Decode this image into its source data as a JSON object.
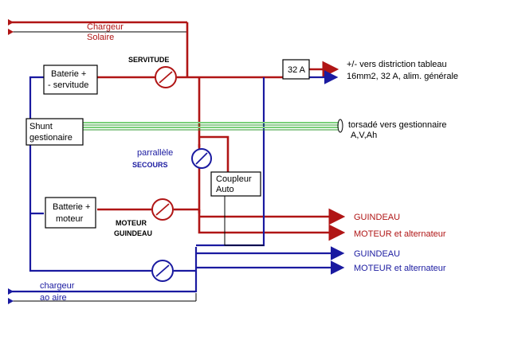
{
  "inputs": {
    "chargeur_solaire_line1": "Chargeur",
    "chargeur_solaire_line2": "Solaire",
    "chargeur_aeolien_line1": "chargeur",
    "chargeur_aeolien_line2": "ao aire"
  },
  "batteries": {
    "servitude_line1": "Baterie +",
    "servitude_line2": "- servitude",
    "moteur_line1": "Batterie +",
    "moteur_line2": "moteur"
  },
  "switches": {
    "servitude": "SERVITUDE",
    "parallele_line1": "parrallèle",
    "parallele_line2": "SECOURS",
    "moteur_line1": "MOTEUR",
    "moteur_line2": "GUINDEAU"
  },
  "components": {
    "fuse": "32 A",
    "shunt_line1": "Shunt",
    "shunt_line2": "gestionaire",
    "coupleur_line1": "Coupleur",
    "coupleur_line2": "Auto"
  },
  "outputs": {
    "distribution_line1": "+/- vers distriction tableau",
    "distribution_line2": "16mm2, 32 A, alim. générale",
    "torsade_line1": "torsadé vers gestionnaire",
    "torsade_line2": "A,V,Ah",
    "guindeau_red": "GUINDEAU",
    "moteur_alt_red": "MOTEUR et alternateur",
    "guindeau_blue": "GUINDEAU",
    "moteur_alt_blue": "MOTEUR et alternateur"
  },
  "colors": {
    "positive": "#b01515",
    "negative": "#1a1aa0",
    "signal": "#2e9a2e"
  }
}
